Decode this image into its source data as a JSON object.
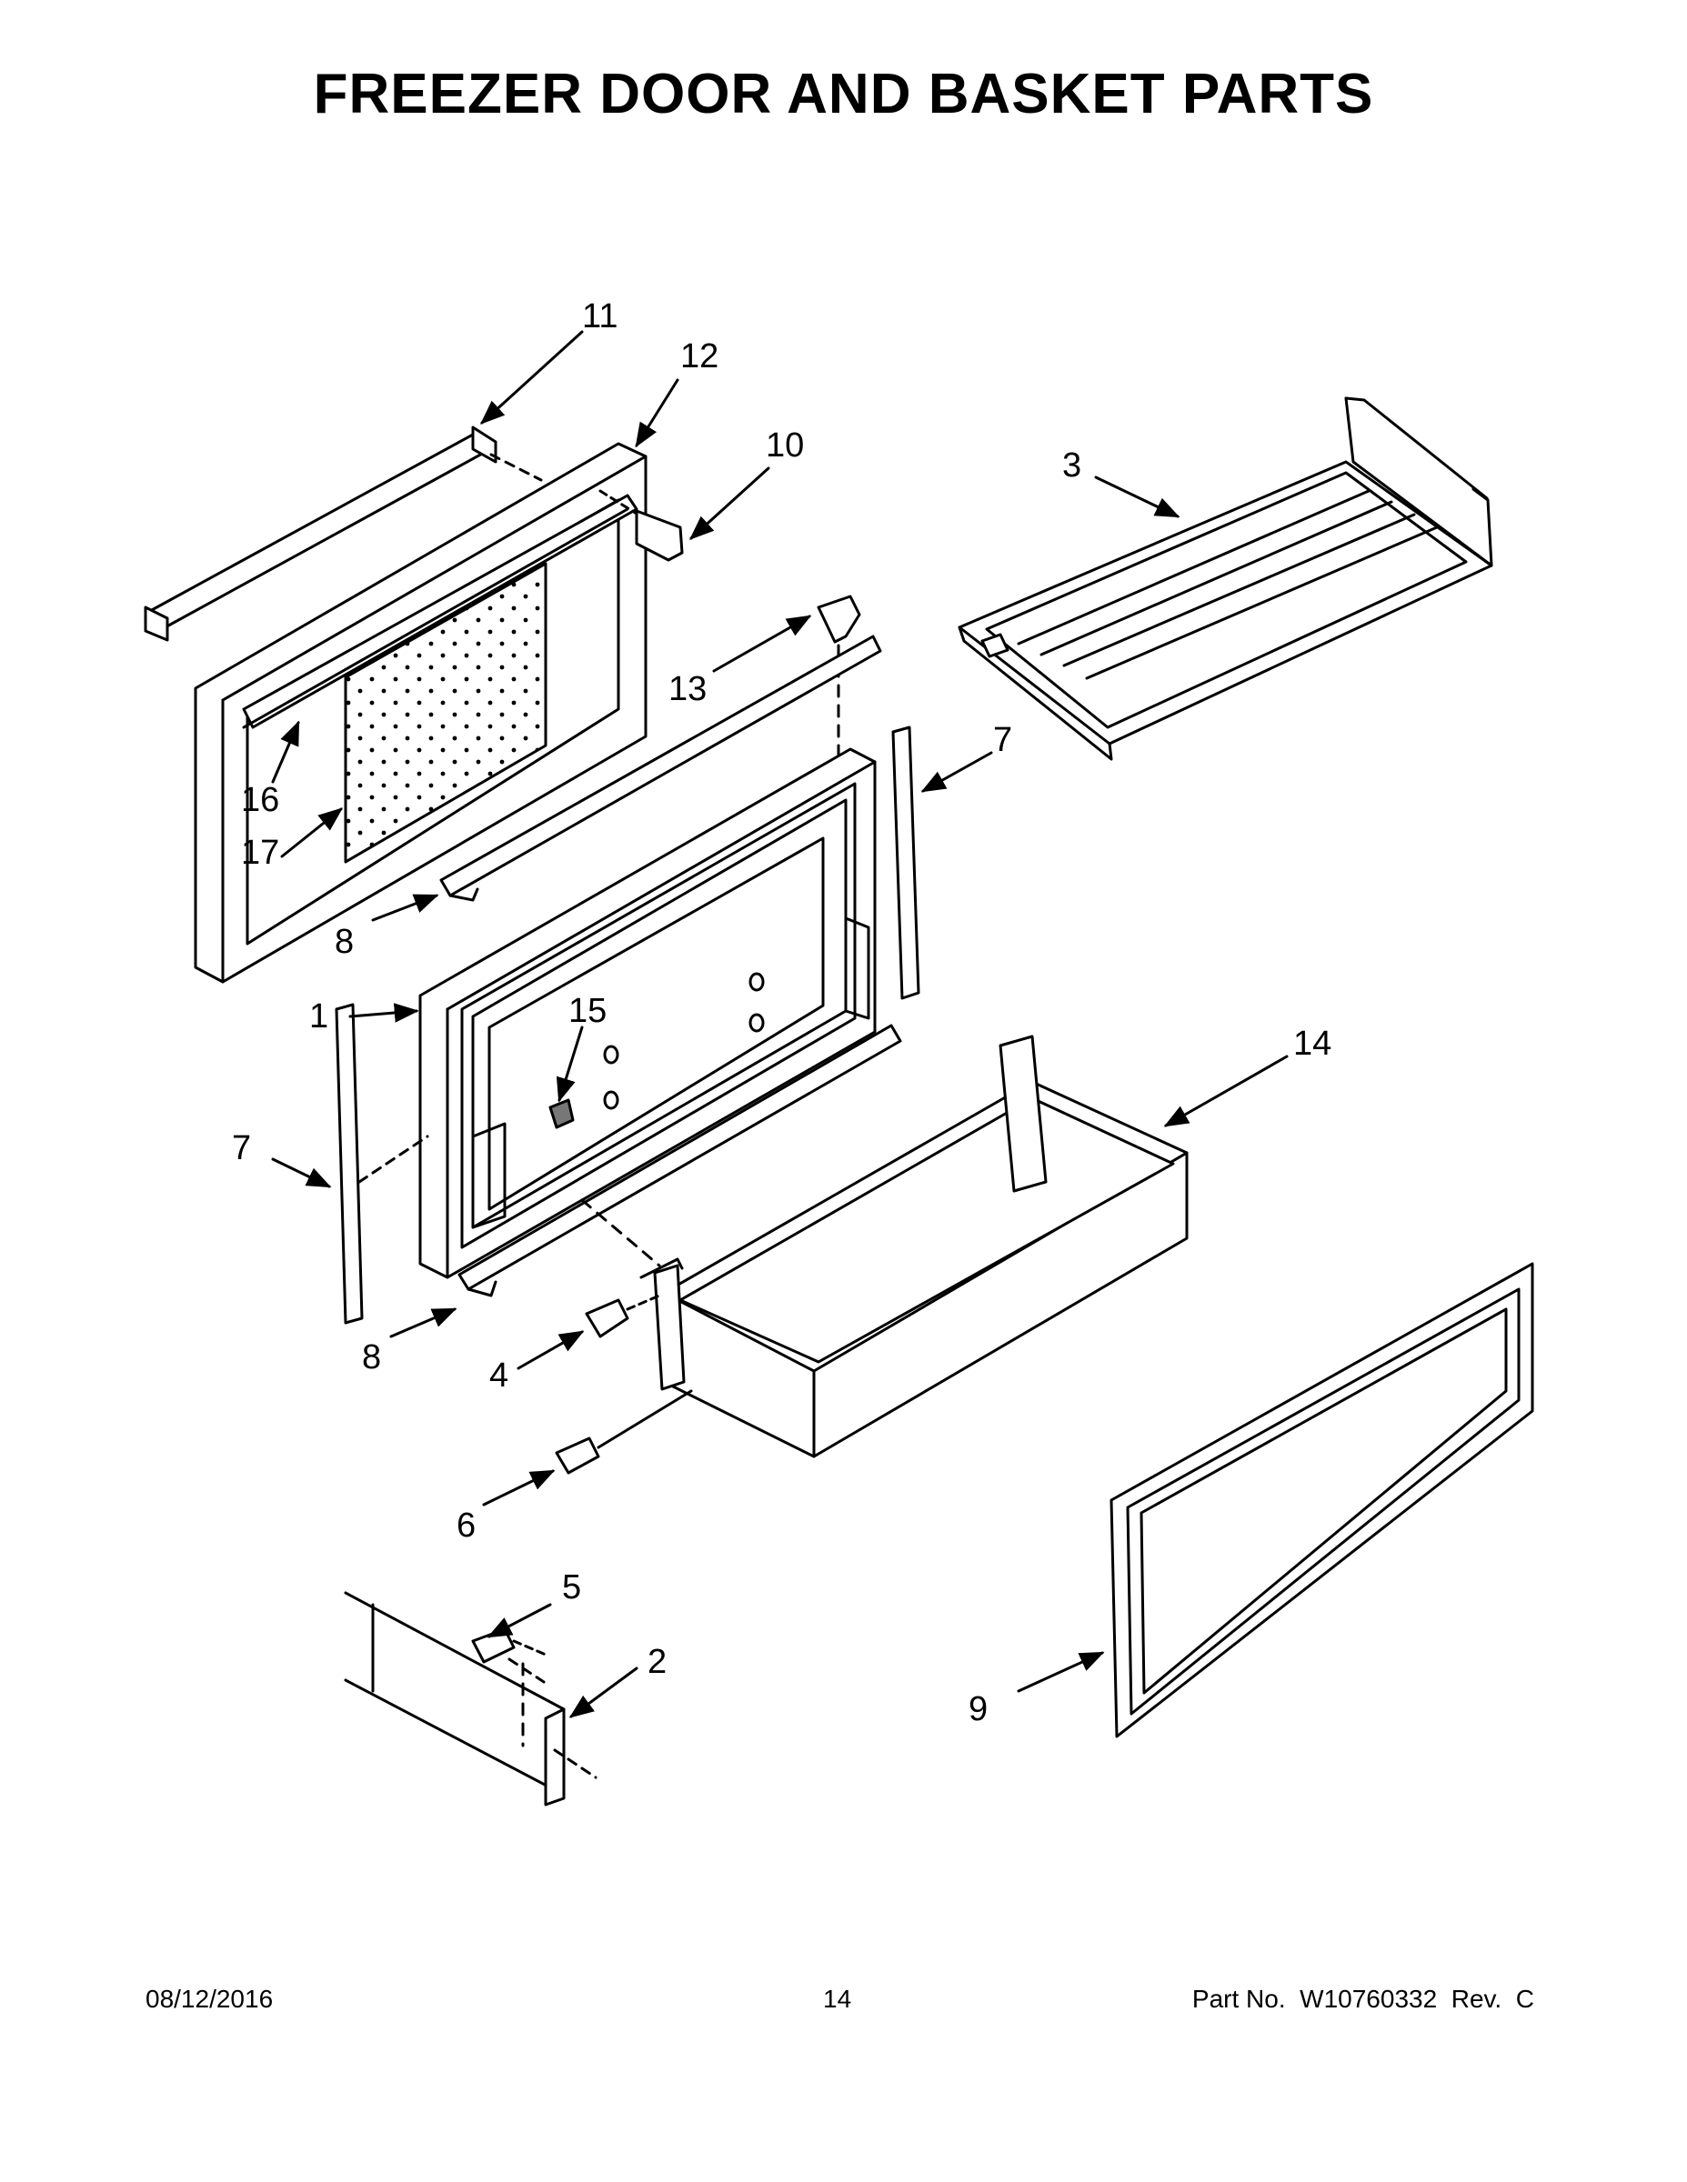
{
  "title": "FREEZER DOOR AND BASKET PARTS",
  "callouts": {
    "c1": "1",
    "c2": "2",
    "c3": "3",
    "c4": "4",
    "c5": "5",
    "c6": "6",
    "c7a": "7",
    "c7b": "7",
    "c8a": "8",
    "c8b": "8",
    "c9": "9",
    "c10": "10",
    "c11": "11",
    "c12": "12",
    "c13": "13",
    "c14": "14",
    "c15": "15",
    "c16": "16",
    "c17": "17"
  },
  "footer": {
    "date": "08/12/2016",
    "page": "14",
    "part": "Part No.  W10760332  Rev.  C"
  },
  "colors": {
    "line": "#000000",
    "fill": "#ffffff",
    "shade": "#e6e6e6"
  }
}
